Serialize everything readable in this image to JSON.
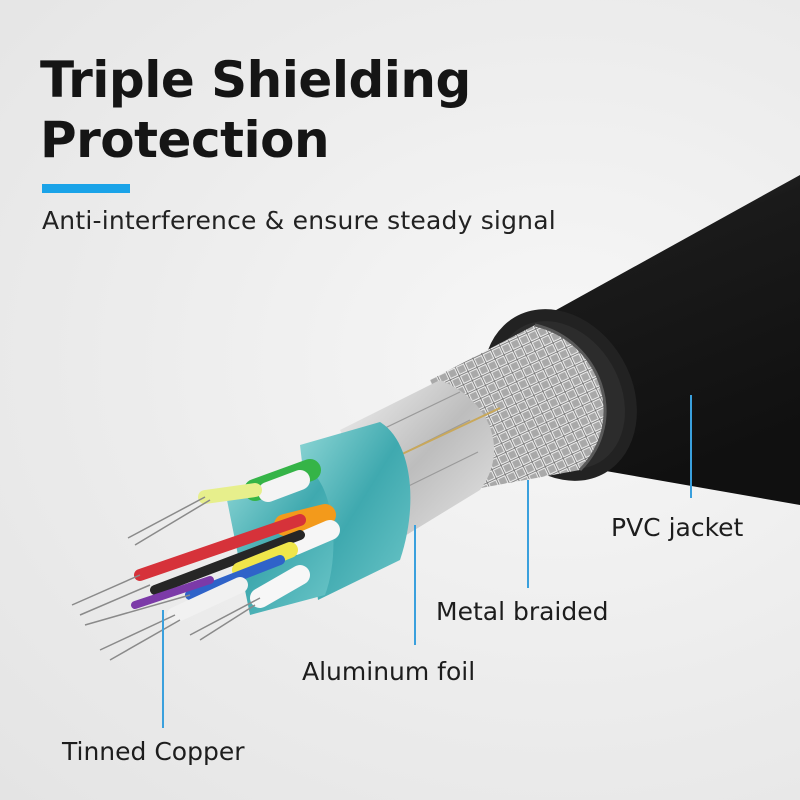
{
  "heading": {
    "line1": "Triple Shielding",
    "line2": "Protection",
    "subtitle": "Anti-interference & ensure steady signal"
  },
  "callouts": {
    "pvc_jacket": "PVC jacket",
    "metal_braided": "Metal braided",
    "aluminum_foil": "Aluminum foil",
    "tinned_copper": "Tinned Copper"
  },
  "colors": {
    "accent": "#1aa3e8",
    "leader": "#3aa0dd",
    "jacket": "#1c1c1c",
    "wrap_teal": "#4fb8bd"
  }
}
